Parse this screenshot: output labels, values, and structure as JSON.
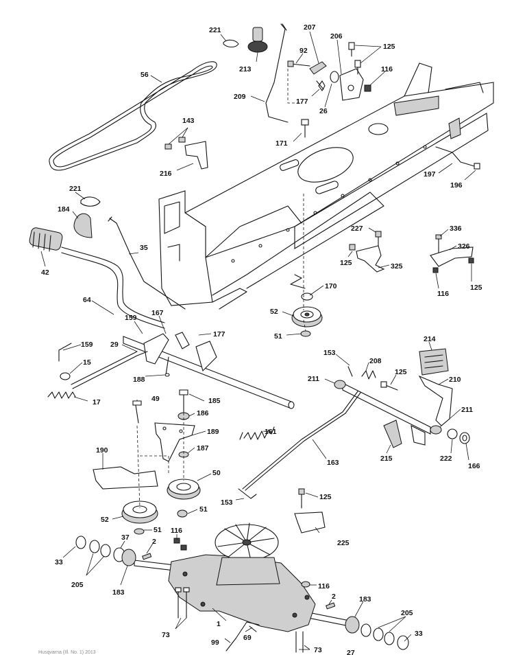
{
  "parts": {
    "p221a": "221",
    "p213": "213",
    "p207": "207",
    "p92": "92",
    "p206": "206",
    "p125a": "125",
    "p116a": "116",
    "p56": "56",
    "p209": "209",
    "p177a": "177",
    "p26": "26",
    "p143": "143",
    "p171": "171",
    "p216": "216",
    "p197": "197",
    "p196": "196",
    "p221b": "221",
    "p184": "184",
    "p227": "227",
    "p336": "336",
    "p326": "326",
    "p35": "35",
    "p42": "42",
    "p125b": "125",
    "p325": "325",
    "p116b": "116",
    "p125c": "125",
    "p170": "170",
    "p64": "64",
    "p52a": "52",
    "p167": "167",
    "p159a": "159",
    "p177b": "177",
    "p51a": "51",
    "p214": "214",
    "p159b": "159",
    "p29": "29",
    "p153a": "153",
    "p208": "208",
    "p15": "15",
    "p188": "188",
    "p211a": "211",
    "p125d": "125",
    "p210": "210",
    "p17": "17",
    "p49": "49",
    "p185": "185",
    "p186": "186",
    "p211b": "211",
    "p161": "161",
    "p189": "189",
    "p215": "215",
    "p222": "222",
    "p166": "166",
    "p163": "163",
    "p187": "187",
    "p190": "190",
    "p50": "50",
    "p153b": "153",
    "p125e": "125",
    "p52b": "52",
    "p51b": "51",
    "p116c": "116",
    "p37": "37",
    "p51c": "51",
    "p225": "225",
    "p2a": "2",
    "p33a": "33",
    "p205a": "205",
    "p116d": "116",
    "p183a": "183",
    "p2b": "2",
    "p183b": "183",
    "p205b": "205",
    "p73a": "73",
    "p1": "1",
    "p33b": "33",
    "p99": "99",
    "p69": "69",
    "p73b": "73",
    "p27": "27"
  },
  "footer_text": "Husqvarna (Ill. No. 1) 2013"
}
